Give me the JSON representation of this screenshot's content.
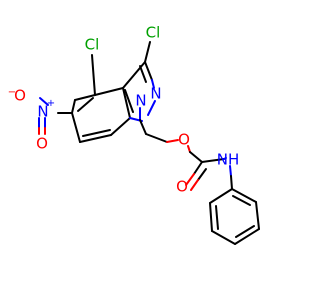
{
  "molecule": {
    "atoms": {
      "cl_top": "Cl",
      "cl_right": "Cl",
      "n_ring": "N",
      "n1": "N",
      "nitro_n": "N",
      "nitro_plus": "+",
      "nitro_o_left": "O",
      "nitro_o_left_minus": "−",
      "nitro_o_bottom": "O",
      "ester_o": "O",
      "carbonyl_o": "O",
      "amine": "NH"
    },
    "colors": {
      "carbon": "#000000",
      "nitrogen": "#0000ff",
      "oxygen": "#ff0000",
      "chlorine": "#00a000"
    }
  }
}
